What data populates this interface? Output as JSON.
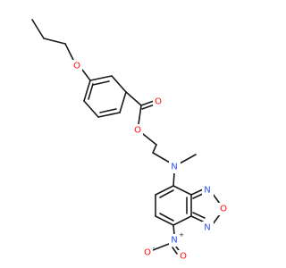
{
  "molecule": {
    "colors": {
      "carbon": "#1a1a1a",
      "oxygen": "#ff0d0d",
      "nitrogen": "#3050f8",
      "background": "#ffffff"
    },
    "atoms": {
      "ether_oxygen": "O",
      "carbonyl_oxygen": "O",
      "ester_oxygen": "O",
      "amine_nitrogen": "N",
      "ring_nitrogen_top": "N",
      "ring_oxygen": "O",
      "ring_nitrogen_bottom": "N",
      "nitro_nitrogen": "N",
      "nitro_charge_plus": "+",
      "nitro_oxygen_left": "O",
      "nitro_charge_minus": "-",
      "nitro_oxygen_down": "O"
    }
  }
}
